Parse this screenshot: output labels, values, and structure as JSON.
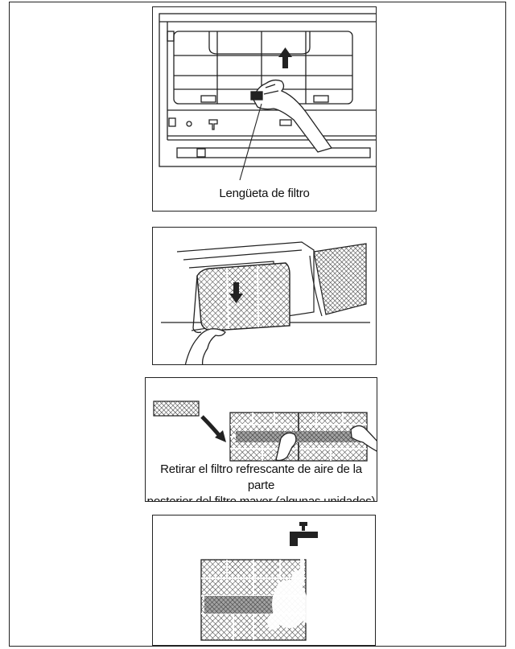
{
  "figures": [
    {
      "id": "filter-tab",
      "caption": "Lengüeta de filtro",
      "icons": [
        "indoor-unit-open-icon",
        "up-arrow-icon",
        "hand-icon"
      ]
    },
    {
      "id": "pull-filter-down",
      "icons": [
        "mesh-filter-icon",
        "down-arrow-icon",
        "hand-icon"
      ]
    },
    {
      "id": "remove-freshening-filter",
      "caption_lines": [
        "Retirar el filtro refrescante de aire de la parte",
        "posterior del filtro mayor (algunas unidades)"
      ],
      "icons": [
        "small-filter-icon",
        "curved-arrow-icon",
        "mesh-filter-icon",
        "hand-icon"
      ]
    },
    {
      "id": "wash-filter",
      "icons": [
        "faucet-icon",
        "water-splash-icon",
        "mesh-filter-icon"
      ]
    }
  ]
}
